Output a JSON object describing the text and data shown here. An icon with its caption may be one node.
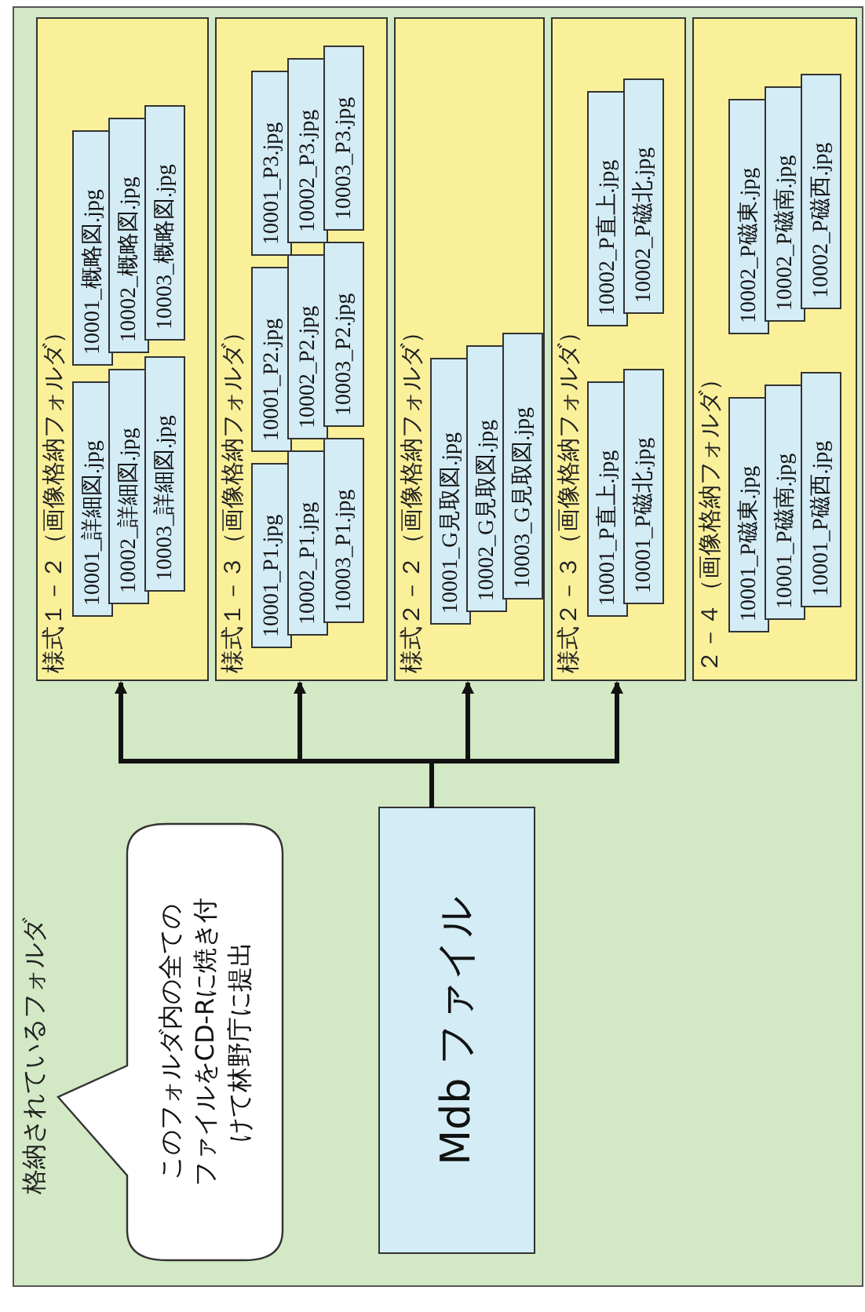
{
  "diagram": {
    "nodes": [
      {
        "text": [
          "格納されているフォルダ"
        ]
      },
      {
        "text": [
          "様式１－２（画像格納フォルダ）"
        ],
        "in": 0
      },
      {
        "text": [
          "10001_詳細図.jpg"
        ],
        "in": 1
      },
      {
        "text": [
          "10002_詳細図.jpg"
        ],
        "in": 1
      },
      {
        "text": [
          "10003_詳細図.jpg"
        ],
        "in": 1
      },
      {
        "text": [
          "10001_概略図.jpg"
        ],
        "in": 1
      },
      {
        "text": [
          "10002_概略図.jpg"
        ],
        "in": 1
      },
      {
        "text": [
          "10003_概略図.jpg"
        ],
        "in": 1
      },
      {
        "text": [
          "様式１－３（画像格納フォルダ）"
        ],
        "in": 0
      },
      {
        "text": [
          "10001_P1.jpg"
        ],
        "in": 8
      },
      {
        "text": [
          "10002_P1.jpg"
        ],
        "in": 8
      },
      {
        "text": [
          "10003_P1.jpg"
        ],
        "in": 8
      },
      {
        "text": [
          "10001_P2.jpg"
        ],
        "in": 8
      },
      {
        "text": [
          "10002_P2.jpg"
        ],
        "in": 8
      },
      {
        "text": [
          "10003_P2.jpg"
        ],
        "in": 8
      },
      {
        "text": [
          "10001_P3.jpg"
        ],
        "in": 8
      },
      {
        "text": [
          "10002_P3.jpg"
        ],
        "in": 8
      },
      {
        "text": [
          "10003_P3.jpg"
        ],
        "in": 8
      },
      {
        "text": [
          "様式２－２（画像格納フォルダ）"
        ],
        "in": 0
      },
      {
        "text": [
          "10001_G見取図.jpg"
        ],
        "in": 18
      },
      {
        "text": [
          "10002_G見取図.jpg"
        ],
        "in": 18
      },
      {
        "text": [
          "10003_G見取図.jpg"
        ],
        "in": 18
      },
      {
        "text": [
          "様式２－３（画像格納フォルダ）"
        ],
        "in": 0
      },
      {
        "text": [
          "10001_P直上.jpg"
        ],
        "in": 22
      },
      {
        "text": [
          "10001_P磁北.jpg"
        ],
        "in": 22
      },
      {
        "text": [
          "10002_P直上.jpg"
        ],
        "in": 22
      },
      {
        "text": [
          "10002_P磁北.jpg"
        ],
        "in": 22
      },
      {
        "text": [
          "２－４（画像格納フォルダ）"
        ],
        "in": 0
      },
      {
        "text": [
          "10001_P磁東.jpg"
        ],
        "in": 27
      },
      {
        "text": [
          "10001_P磁南.jpg"
        ],
        "in": 27
      },
      {
        "text": [
          "10001_P磁西.jpg"
        ],
        "in": 27
      },
      {
        "text": [
          "10002_P磁東.jpg"
        ],
        "in": 27
      },
      {
        "text": [
          "10002_P磁南.jpg"
        ],
        "in": 27
      },
      {
        "text": [
          "10002_P磁西.jpg"
        ],
        "in": 27
      },
      {
        "text": [
          "Mdb ファイル"
        ],
        "in": 0
      },
      {
        "text": [
          "このフォルダ内の全てのファイルをCD-Rに焼き付けて林野庁に提出"
        ],
        "in": 0
      }
    ],
    "edges": [
      {
        "from": 34,
        "to": 1,
        "arrow": "to"
      },
      {
        "from": 34,
        "to": 8,
        "arrow": "to"
      },
      {
        "from": 34,
        "to": 18,
        "arrow": "to"
      },
      {
        "from": 34,
        "to": 22,
        "arrow": "to"
      }
    ]
  }
}
